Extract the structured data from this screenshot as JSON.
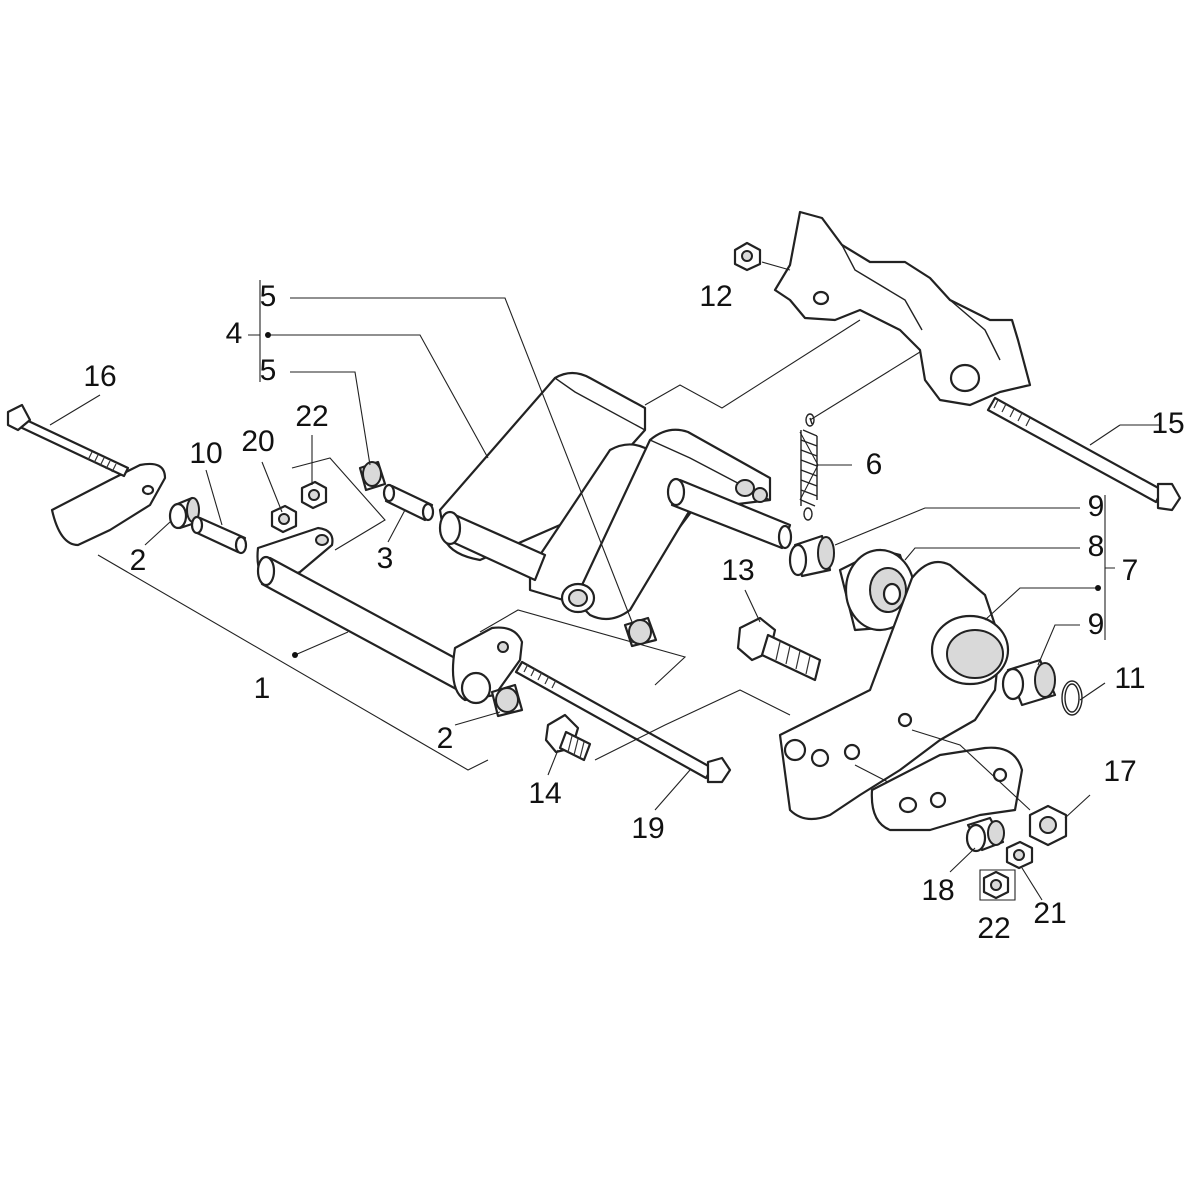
{
  "diagram": {
    "callouts": {
      "c1": "1",
      "c2a": "2",
      "c2b": "2",
      "c3": "3",
      "c4": "4",
      "c5a": "5",
      "c5b": "5",
      "c6": "6",
      "c7": "7",
      "c8": "8",
      "c9a": "9",
      "c9b": "9",
      "c10": "10",
      "c11": "11",
      "c12": "12",
      "c13": "13",
      "c14": "14",
      "c15": "15",
      "c16": "16",
      "c17": "17",
      "c18": "18",
      "c19": "19",
      "c20": "20",
      "c21": "21",
      "c22a": "22",
      "c22b": "22"
    }
  }
}
